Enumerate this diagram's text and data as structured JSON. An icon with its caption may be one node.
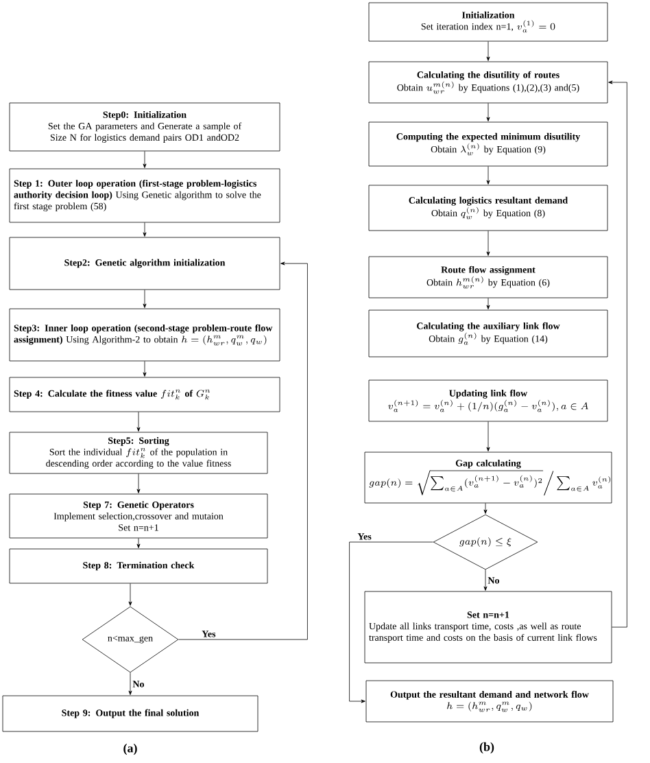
{
  "diagram": {
    "nodes": [
      {
        "text": [
          "Step0: Initialization",
          "Set the GA parameters and Generate a sample of  Size N for logistics demand pairs OD1 andOD2"
        ]
      },
      {
        "text": [
          "**Step 1: Outer loop operation (first-stage problem-logistics authority decision loop)** Using Genetic algorithm to solve the first stage problem (58)"
        ]
      },
      {
        "text": [
          "Step2: Genetic algorithm initialization"
        ]
      },
      {
        "text": [
          "**Step3: Inner loop operation (second-stage problem-route flow assignment)** Using Algorithm-2 to obtain",
          "h=(h_{wr}^{m},q_{w}^{m},q_{w})"
        ]
      },
      {
        "text": [
          "Step 4: Calculate the fitness value",
          "fit_{k}^{n}",
          "of",
          "G_{k}^{n}"
        ]
      },
      {
        "text": [
          "Step5: Sorting",
          "Sort the individual",
          "fit_{k}^{n}",
          "of the population  in descending order according to the value fitness"
        ]
      },
      {
        "text": [
          "Step 7: Genetic Operators",
          "Implement selection,crossover and mutaion",
          "Set n=n+1"
        ]
      },
      {
        "text": [
          "Step 8: Termination check"
        ]
      },
      {
        "text": [
          "n<max_gen"
        ]
      },
      {
        "text": [
          "Step 9: Output the final solution"
        ]
      },
      {
        "text": [
          "Initialization",
          "Set iteration index n=1,",
          "v_{a}^{(1)}=0"
        ]
      },
      {
        "text": [
          "Calculating the disutility of routes",
          "Obtain",
          "u_{wr}^{m(n)}",
          "by Equations (1),(2),(3) and(5)"
        ]
      },
      {
        "text": [
          "Computing the expected minimum disutility",
          "Obtain",
          "\\lambda_{w}^{(n)}",
          "by Equation (9)"
        ]
      },
      {
        "text": [
          "Calculating logistics resultant demand",
          "Obtain",
          "q_{w}^{(n)}",
          "by Equation (8)"
        ]
      },
      {
        "text": [
          "Route flow assignment",
          "Obtain",
          "h_{wr}^{m(n)}",
          "by Equation (6)"
        ]
      },
      {
        "text": [
          "Calculating  the auxiliary link flow",
          "Obtain",
          "g_{a}^{(n)}",
          "by Equation (14)"
        ]
      },
      {
        "text": [
          "Updating link flow",
          "v_{a}^{(n+1)}=v_{a}^{(n)}+(1/n)(g_{a}^{(n)}-v_{a}^{(n)}),a\\in A"
        ]
      },
      {
        "text": [
          "Gap calculating",
          "gap(n)=\\sqrt{\\sum_{a\\in A}(v_{a}^{(n+1)}-v_{a}^{(n)})^{2}}\\Big/\\sum_{a\\in A}v_{a}^{(n)}"
        ]
      },
      {
        "text": [
          "gap(n)\\leq\\xi"
        ]
      },
      {
        "text": [
          "Set n=n+1",
          "Update  all links transport time, costs ,as well as route transport time and costs on the basis of current link flows"
        ]
      },
      {
        "text": [
          "Output the resultant demand and network flow",
          "h=(h_{wr}^{m},q_{w}^{m},q_{w})"
        ]
      }
    ],
    "edges": [
      {
        "from": 0,
        "to": 1,
        "arrow": "to"
      },
      {
        "from": 1,
        "to": 2,
        "arrow": "to"
      },
      {
        "from": 2,
        "to": 3,
        "arrow": "to"
      },
      {
        "from": 3,
        "to": 4,
        "arrow": "to"
      },
      {
        "from": 4,
        "to": 5,
        "arrow": "to"
      },
      {
        "from": 5,
        "to": 6,
        "arrow": "to"
      },
      {
        "from": 6,
        "to": 7,
        "arrow": "to"
      },
      {
        "from": 7,
        "to": 8,
        "arrow": "to"
      },
      {
        "from": 8,
        "to": 9,
        "arrow": "to",
        "label": "No"
      },
      {
        "from": 8,
        "to": 2,
        "arrow": "to",
        "label": "Yes"
      },
      {
        "from": 10,
        "to": 11,
        "arrow": "to"
      },
      {
        "from": 11,
        "to": 12,
        "arrow": "to"
      },
      {
        "from": 12,
        "to": 13,
        "arrow": "to"
      },
      {
        "from": 13,
        "to": 14,
        "arrow": "to"
      },
      {
        "from": 14,
        "to": 15,
        "arrow": "to"
      },
      {
        "from": 16,
        "to": 17,
        "arrow": "to"
      },
      {
        "from": 17,
        "to": 18,
        "arrow": "to"
      },
      {
        "from": 18,
        "to": 19,
        "arrow": "to",
        "label": "No"
      },
      {
        "from": 18,
        "to": 20,
        "arrow": "to",
        "label": "Yes"
      },
      {
        "from": 19,
        "to": 11,
        "arrow": "to"
      }
    ],
    "labels": [
      "(a)",
      "(b)"
    ]
  }
}
